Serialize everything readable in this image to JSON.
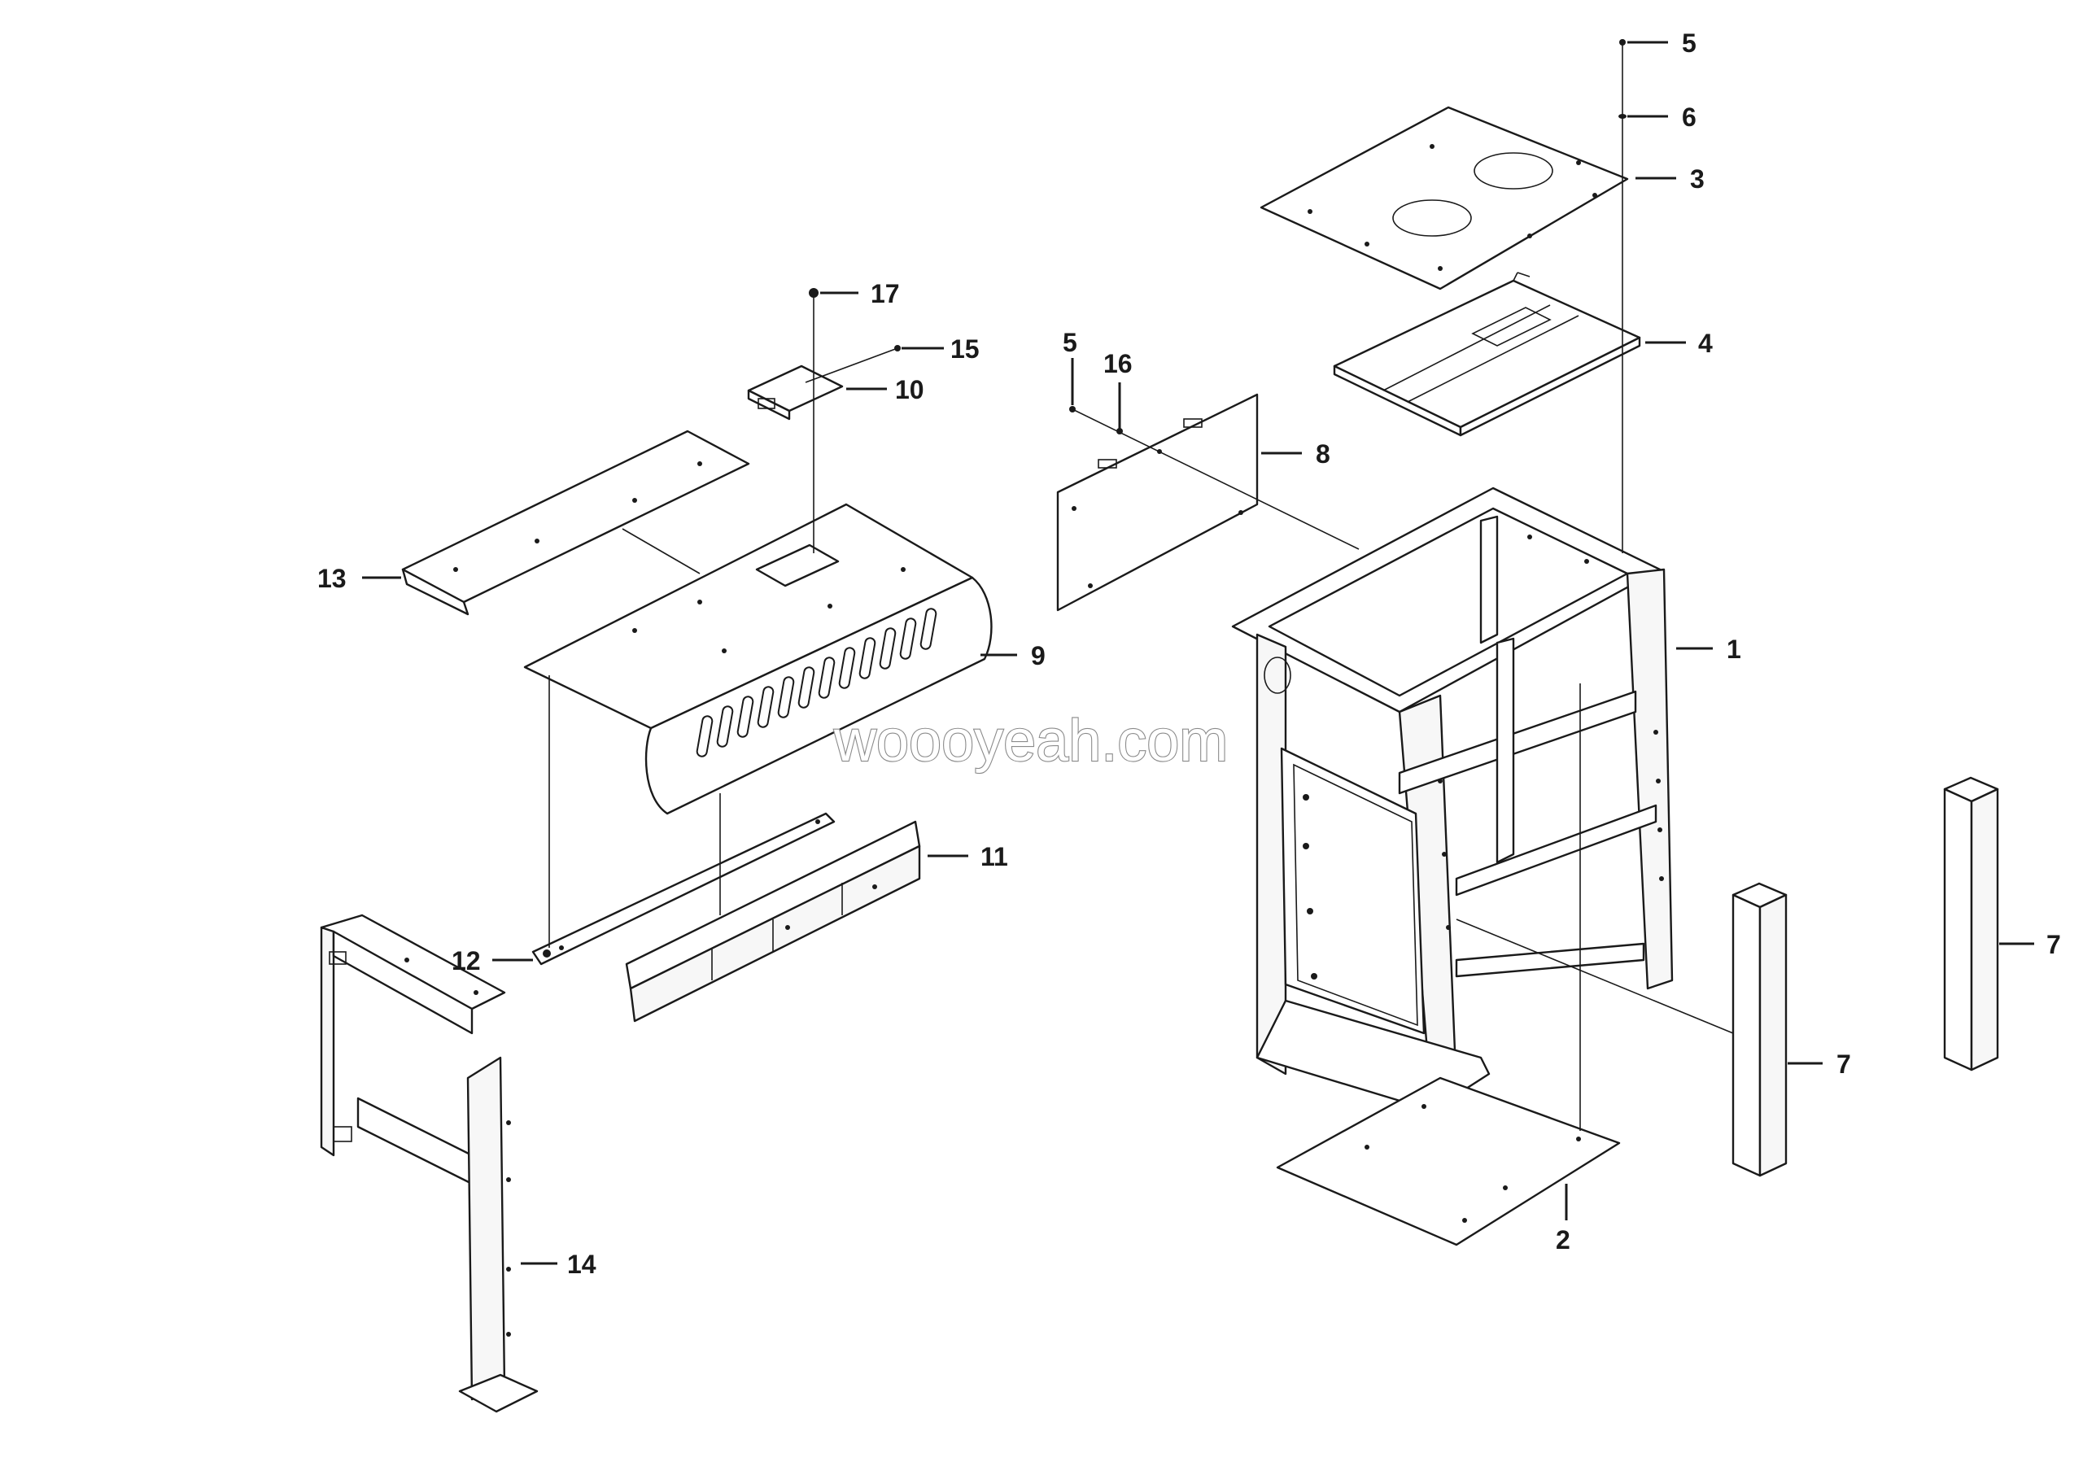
{
  "watermark": "woooyeah.com",
  "callouts": [
    {
      "id": "c1",
      "label": "1"
    },
    {
      "id": "c2",
      "label": "2"
    },
    {
      "id": "c3",
      "label": "3"
    },
    {
      "id": "c4",
      "label": "4"
    },
    {
      "id": "c5a",
      "label": "5"
    },
    {
      "id": "c5b",
      "label": "5"
    },
    {
      "id": "c6",
      "label": "6"
    },
    {
      "id": "c7a",
      "label": "7"
    },
    {
      "id": "c7b",
      "label": "7"
    },
    {
      "id": "c8",
      "label": "8"
    },
    {
      "id": "c9",
      "label": "9"
    },
    {
      "id": "c10",
      "label": "10"
    },
    {
      "id": "c11",
      "label": "11"
    },
    {
      "id": "c12",
      "label": "12"
    },
    {
      "id": "c13",
      "label": "13"
    },
    {
      "id": "c14",
      "label": "14"
    },
    {
      "id": "c15",
      "label": "15"
    },
    {
      "id": "c16",
      "label": "16"
    },
    {
      "id": "c17",
      "label": "17"
    }
  ]
}
